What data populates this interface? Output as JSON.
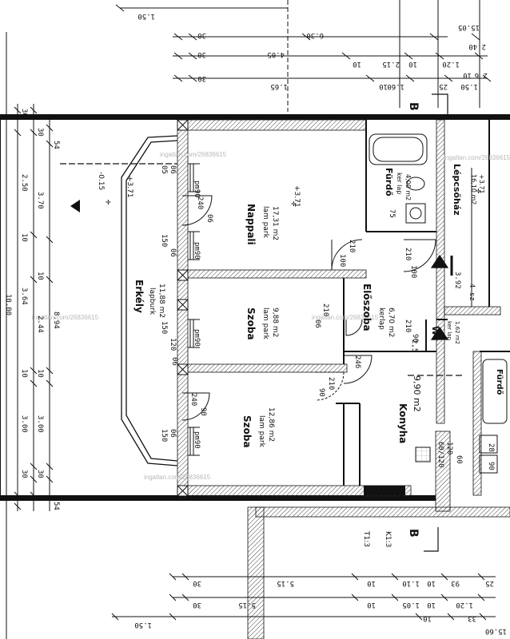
{
  "rooms": {
    "nappali": {
      "name": "Nappali",
      "floor": "lam park",
      "area": "17,31 m2",
      "level": "+3.71"
    },
    "szoba1": {
      "name": "Szoba",
      "floor": "lam park",
      "area": "9,88 m2"
    },
    "szoba2": {
      "name": "Szoba",
      "floor": "lam park",
      "area": "12,86 m2"
    },
    "erkely": {
      "name": "Erkély",
      "floor": "lapburk",
      "area": "11,88 m2",
      "level": "+3.71"
    },
    "eloszoba": {
      "name": "Előszoba",
      "floor": "kerlap",
      "area": "6,70 m2"
    },
    "furdo": {
      "name": "Fürdő",
      "floor": "ker lap",
      "area": "4,00 m2"
    },
    "konyha": {
      "name": "Konyha",
      "area": "9,90 m2"
    },
    "wc": {
      "name": "Wc",
      "floor": "ker lap",
      "area": "1,62 m2"
    },
    "lepcsohaz": {
      "name": "Lépcsőház",
      "area": "16,10 m2",
      "level": "+3.71"
    },
    "furdo2": {
      "name": "Fürdő"
    }
  },
  "levels": {
    "outside": "-0.15",
    "balcony": "+3.71"
  },
  "section_mark": "B",
  "doors": {
    "d240a": "240",
    "d90a": "90",
    "d06a": "06",
    "d210a": "210",
    "d100a": "100",
    "d90b": "90",
    "d210b": "210",
    "d06b": "06",
    "d240b": "240",
    "d90c": "90",
    "d210c": "210",
    "d100b": "100",
    "d210d": "210",
    "d90d": "90",
    "d246": "246",
    "d210e": "210",
    "d90e": "90"
  },
  "windows": {
    "pm90a": "pm90",
    "pm90b": "pm90",
    "pm90c": "pm90",
    "pm90d": "pm90",
    "w150a": "150",
    "w150b": "150",
    "w150c": "150",
    "w120": "120",
    "w06a": "06",
    "w06b": "06",
    "w06c": "06",
    "w06d": "06",
    "w05": "05"
  },
  "misc": {
    "t75": "75",
    "t392": "3.92",
    "t4sz": "4 sz",
    "t60_120": "60/120",
    "t120": "120",
    "t60": "60",
    "t28": "28",
    "t90": "90",
    "t25": "2,5"
  },
  "dim_left": {
    "d30a": "30",
    "d30b": "30",
    "d54a": "54",
    "d250": "2.50",
    "d370": "3.70",
    "d10a": "10",
    "d10b": "10",
    "d364": "3.64",
    "d1000": "10.00",
    "d894": "8.94",
    "d244": "2.44",
    "d10c": "10",
    "d10d": "10",
    "d300a": "3.00",
    "d300b": "3.00",
    "d30c": "30",
    "d30d": "30",
    "d54b": "54"
  },
  "dim_top": {
    "t150": "1.50",
    "t1505": "15.05",
    "t30a": "30",
    "t630": "6.30",
    "t240": "2.40",
    "t30b": "30",
    "t405": "4.05",
    "t10a": "10",
    "t215": "2.15",
    "t10b": "10",
    "t120": "1.20",
    "t10c": "10",
    "t26": "2 6",
    "t30c": "30",
    "t165": "1.65",
    "t160": "1.60",
    "t25": "25",
    "t150b": "1.50",
    "t10d": "10"
  },
  "dim_bottom": {
    "b30a": "30",
    "b515a": "5.15",
    "b10a": "10",
    "b110": "1.10",
    "b10b": "10",
    "b93": "93",
    "b25": "25",
    "b515b": "5.15",
    "b10c": "10",
    "b105": "1.05",
    "b10d": "10",
    "b120": "1.20",
    "b30b": "30",
    "b1560": "15.60",
    "b10e": "10",
    "b33": "33",
    "b150": "1.50"
  },
  "scale_labels": {
    "t13": "T1:3",
    "k13": "K1:3"
  },
  "watermarks": {
    "w1": "ingatlan.com/26836615",
    "w2": "ingatlan.com/26836615",
    "w3": "ingatlan.com/26836615",
    "w4": "ingatlan.com/26836615",
    "w5": "ingatlan.com/26836615"
  }
}
